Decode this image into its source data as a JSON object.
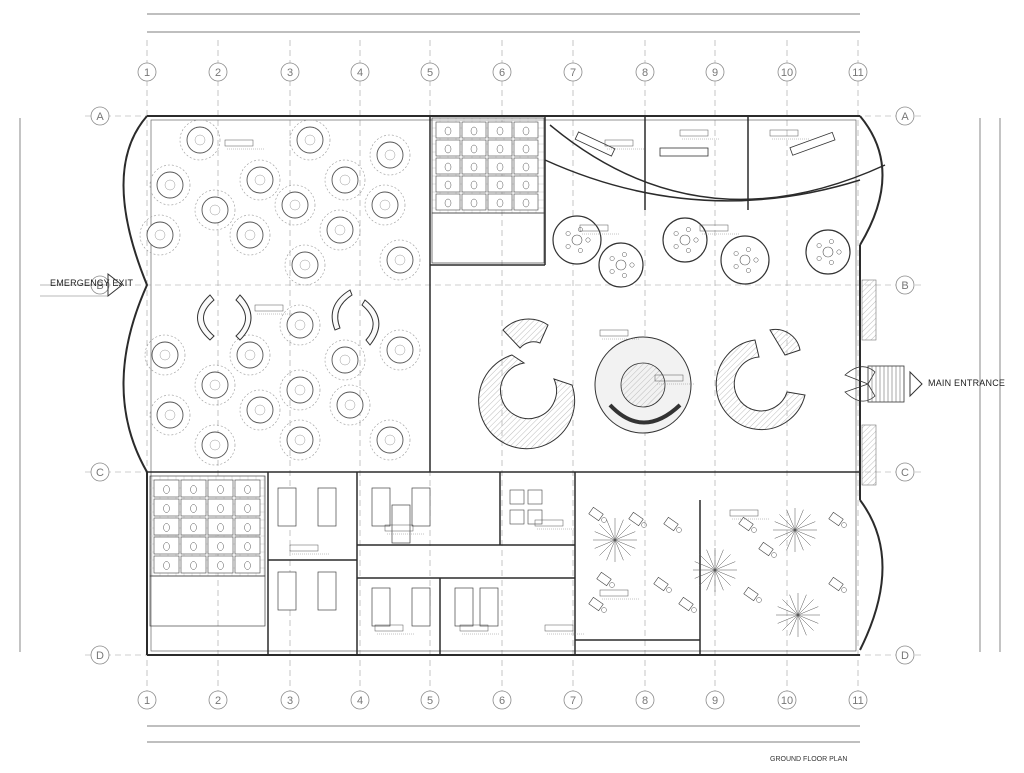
{
  "plan": {
    "labels": {
      "emergency_exit": "EMERGENCY EXIT",
      "main_entrance": "MAIN ENTRANCE",
      "caption": "GROUND FLOOR PLAN"
    },
    "grid_columns": [
      "1",
      "2",
      "3",
      "4",
      "5",
      "6",
      "7",
      "8",
      "9",
      "10",
      "11"
    ],
    "grid_rows": [
      "A",
      "B",
      "C",
      "D"
    ],
    "colors": {
      "line": "#2b2b2b",
      "grid": "#9a9a9a",
      "bubble": "#8a8a8a",
      "hatch": "#b5b5b5"
    }
  }
}
